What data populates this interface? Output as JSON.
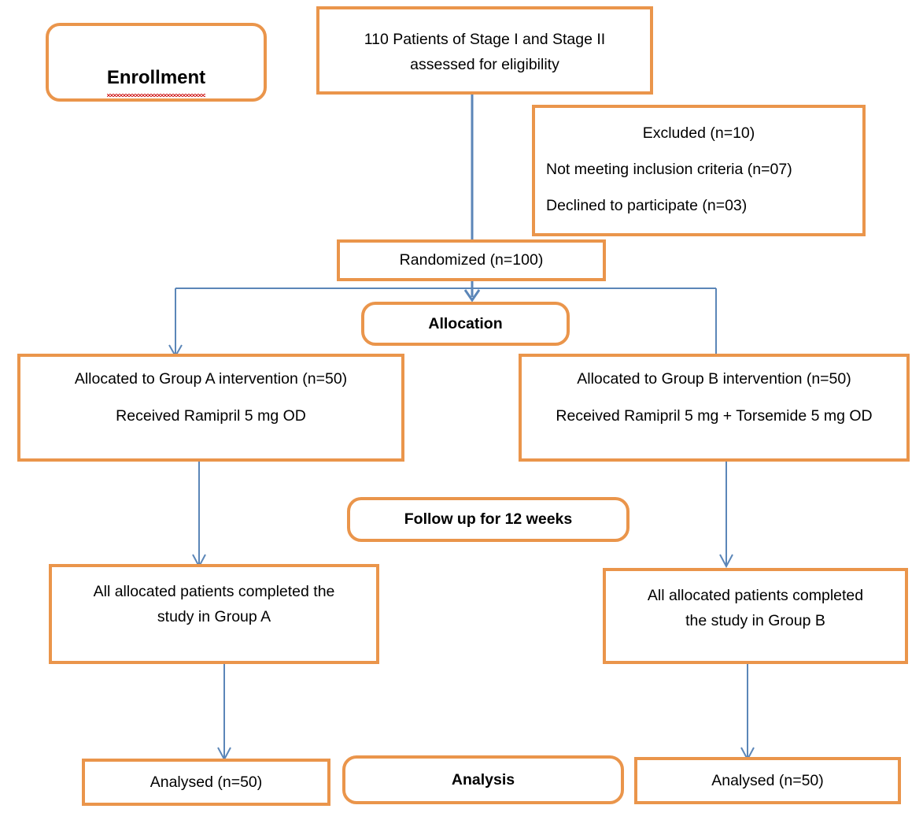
{
  "diagram": {
    "title": "CONSORT participant flow diagram",
    "accent_color": "#EA954B",
    "connector_color": "#5B86B8",
    "text_color": "#000000",
    "background": "#FFFFFF"
  },
  "nodes": {
    "enrollment_label": "Enrollment",
    "assessed": "110 Patients of Stage I and Stage II\nassessed for eligibility",
    "excluded_heading": "Excluded (n=10)",
    "excluded_reason_1": "Not meeting inclusion criteria (n=07)",
    "excluded_reason_2": "Declined to participate (n=03)",
    "randomized": "Randomized (n=100)",
    "allocation_label": "Allocation",
    "group_a_allocated": "Allocated to Group A intervention (n=50)",
    "group_a_received": "Received Ramipril 5 mg OD",
    "group_b_allocated": "Allocated to Group B intervention (n=50)",
    "group_b_received": "Received Ramipril 5 mg + Torsemide 5 mg OD",
    "followup_label": "Follow up for 12 weeks",
    "group_a_completed": "All allocated patients completed the\nstudy in Group A",
    "group_b_completed": "All allocated patients completed\nthe study in Group B",
    "analysis_label": "Analysis",
    "analysed_a": "Analysed (n=50)",
    "analysed_b": "Analysed (n=50)"
  },
  "counts": {
    "assessed_for_eligibility": 110,
    "excluded_total": 10,
    "not_meeting_inclusion_criteria": 7,
    "declined_to_participate": 3,
    "randomized": 100,
    "allocated_group_a": 50,
    "allocated_group_b": 50,
    "analysed_group_a": 50,
    "analysed_group_b": 50,
    "followup_weeks": 12
  }
}
